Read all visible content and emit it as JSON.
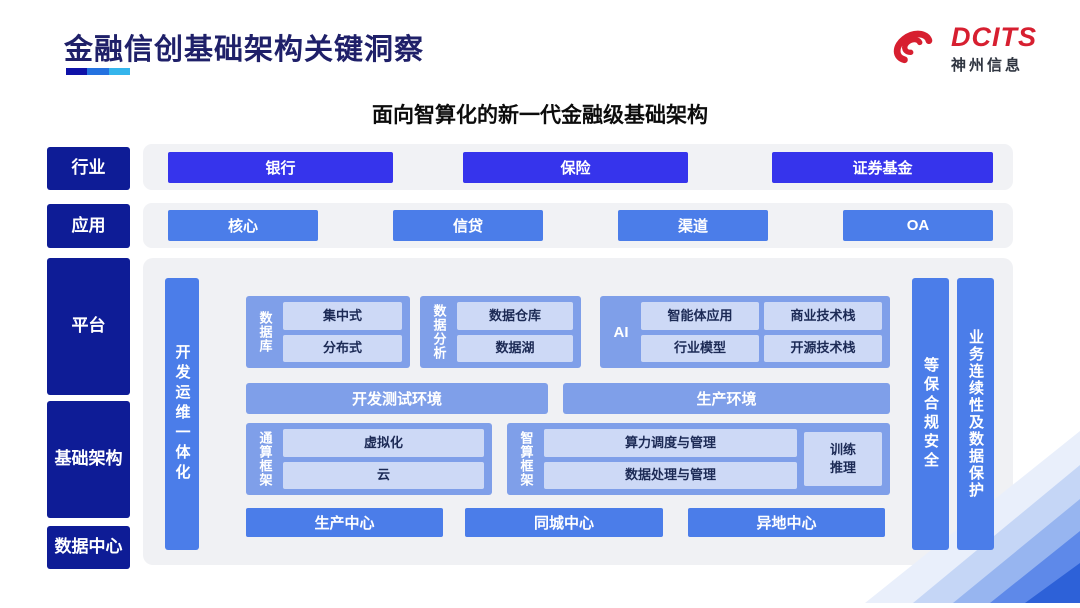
{
  "header": {
    "title": "金融信创基础架构关键洞察",
    "logo": {
      "brand": "DCITS",
      "company": "神州信息"
    }
  },
  "diagram": {
    "subtitle": "面向智算化的新一代金融级基础架构",
    "side_labels": {
      "industry": "行业",
      "application": "应用",
      "platform": "平台",
      "infrastructure": "基础架构",
      "datacenter": "数据中心"
    },
    "industry_items": [
      "银行",
      "保险",
      "证券基金"
    ],
    "application_items": [
      "核心",
      "信贷",
      "渠道",
      "OA"
    ],
    "devops_bar": "开发运维一体化",
    "security_bar": "等保合规安全",
    "continuity_bar": "业务连续性及数据保护",
    "groups": {
      "database": {
        "label": "数据库",
        "items": [
          "集中式",
          "分布式"
        ]
      },
      "analytics": {
        "label": "数据分析",
        "items": [
          "数据仓库",
          "数据湖"
        ]
      },
      "ai": {
        "label": "AI",
        "items": [
          "智能体应用",
          "商业技术栈",
          "行业模型",
          "开源技术栈"
        ]
      }
    },
    "environments": [
      "开发测试环境",
      "生产环境"
    ],
    "frameworks": {
      "general": {
        "label": "通算框架",
        "items": [
          "虚拟化",
          "云"
        ]
      },
      "intelligent": {
        "label": "智算框架",
        "items": [
          "算力调度与管理",
          "数据处理与管理"
        ],
        "side_lines": [
          "训练",
          "推理"
        ]
      }
    },
    "centers": [
      "生产中心",
      "同城中心",
      "异地中心"
    ]
  },
  "colors": {
    "accent_navy": "#0e1c96",
    "accent_indigo": "#3634ec",
    "accent_blue": "#4b7de9",
    "accent_soft_blue": "#7f9fe9",
    "pale_blue": "#cdd9f6",
    "band_gray": "#f0f1f4",
    "brand_red": "#d71f30",
    "title_navy": "#1f2069"
  }
}
